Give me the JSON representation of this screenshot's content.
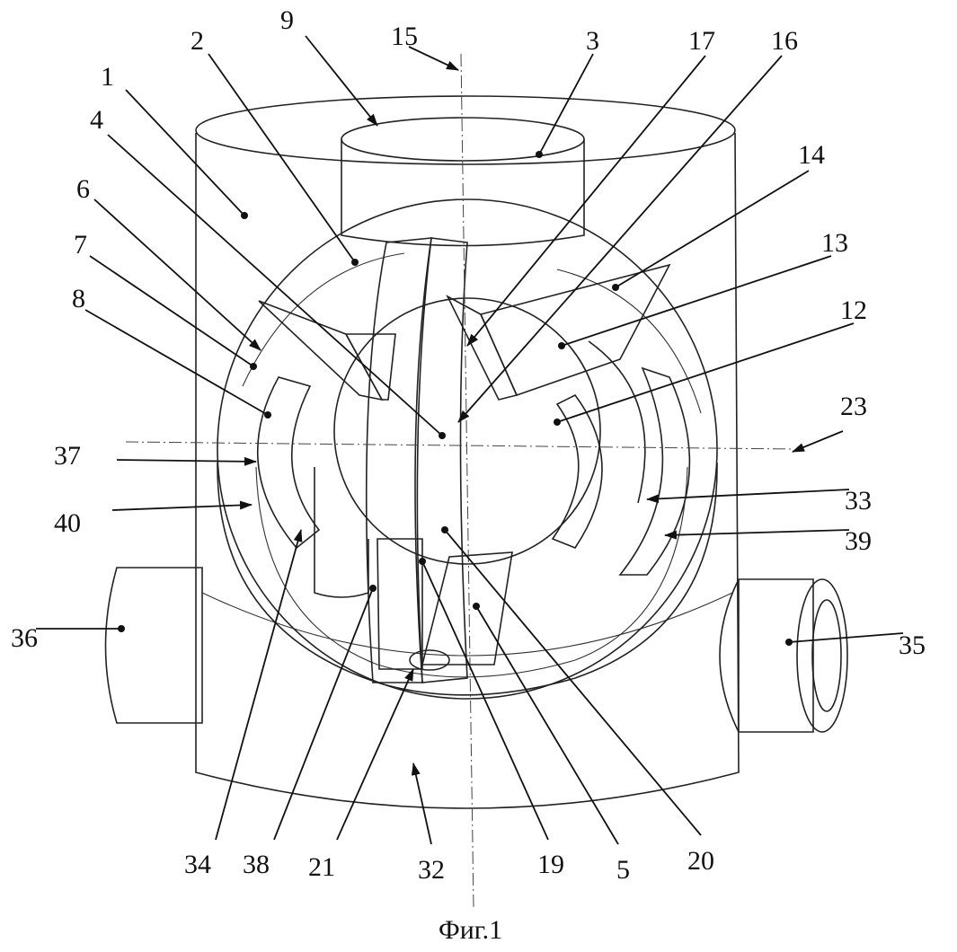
{
  "figure": {
    "caption": "Фиг.1",
    "labels": {
      "l1": "1",
      "l2": "2",
      "l3": "3",
      "l4": "4",
      "l5": "5",
      "l6": "6",
      "l7": "7",
      "l8": "8",
      "l9": "9",
      "l12": "12",
      "l13": "13",
      "l14": "14",
      "l15": "15",
      "l16": "16",
      "l17": "17",
      "l19": "19",
      "l20": "20",
      "l21": "21",
      "l23": "23",
      "l32": "32",
      "l33": "33",
      "l34": "34",
      "l35": "35",
      "l36": "36",
      "l37": "37",
      "l38": "38",
      "l39": "39",
      "l40": "40"
    }
  }
}
